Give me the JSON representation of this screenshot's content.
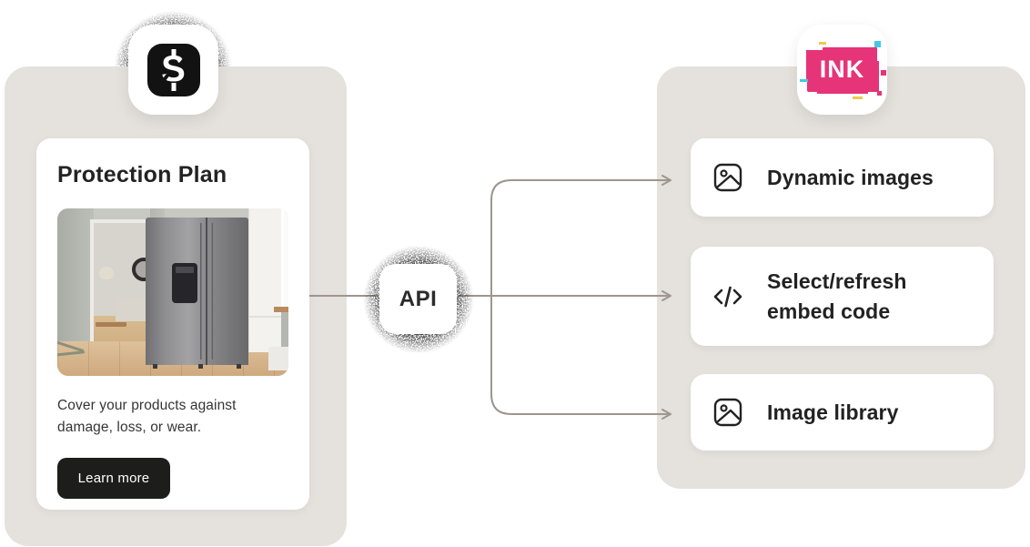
{
  "colors": {
    "panel_bg": "#e5e1dd",
    "card_bg": "#ffffff",
    "text": "#232323",
    "connector_line": "#9e968f",
    "button_bg": "#1d1d1b",
    "ink_pink": "#e63478",
    "logo_black": "#121212"
  },
  "left_app": {
    "icon": "dollar-s-logo",
    "icon_letter": "S",
    "card": {
      "title": "Protection Plan",
      "photo_subject": "stainless steel refrigerator in kitchen interior",
      "description": "Cover your products against damage, loss, or wear.",
      "button_label": "Learn more"
    }
  },
  "api_badge": {
    "label": "API"
  },
  "right_app": {
    "icon": "ink-logo",
    "icon_label": "INK",
    "features": [
      {
        "icon": "image-icon",
        "label": "Dynamic images"
      },
      {
        "icon": "code-icon",
        "label": "Select/refresh embed code"
      },
      {
        "icon": "image-icon",
        "label": "Image library"
      }
    ]
  }
}
